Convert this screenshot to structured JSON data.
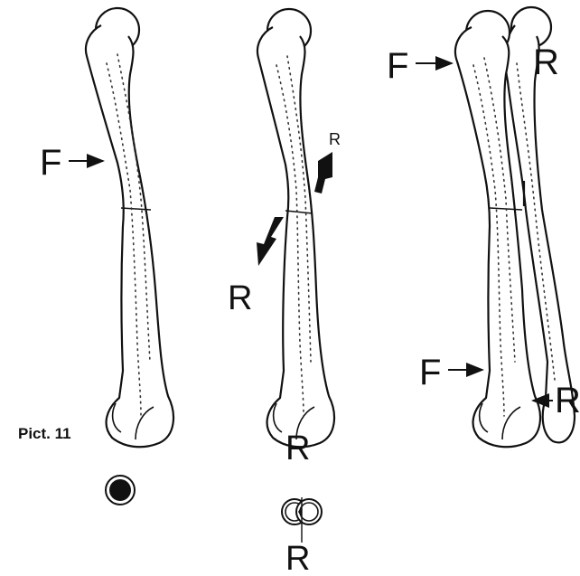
{
  "figure": {
    "caption": "Pict. 11",
    "labels": {
      "left_bone": "F",
      "middle_small_R": "R",
      "middle_big_R": "R",
      "middle_bottom_R_top": "R",
      "middle_bottom_R_bottom": "R",
      "right_top_F": "F",
      "right_top_R": "R",
      "right_bottom_F": "F",
      "right_bottom_R": "R"
    }
  }
}
